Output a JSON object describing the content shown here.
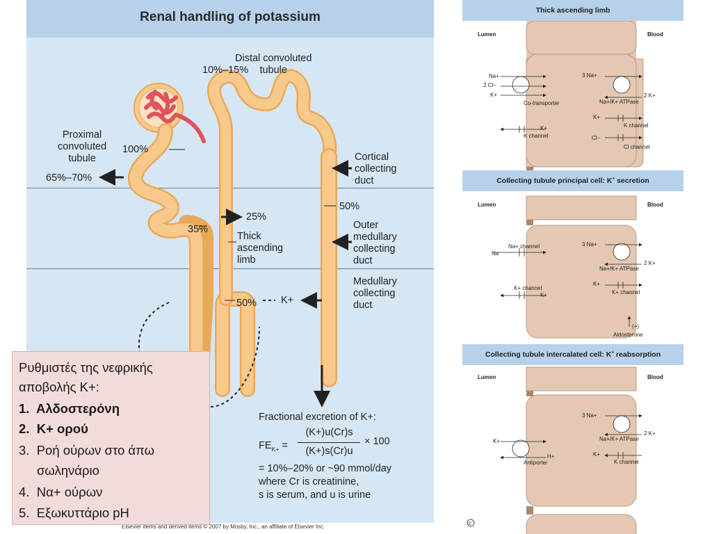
{
  "left_figure": {
    "title": "Renal handling of potassium",
    "labels": {
      "distal": "Distal convoluted\ntubule",
      "pct_10_15": "10%–15%",
      "proximal": "Proximal\nconvoluted\ntubule",
      "pct_100": "100%",
      "pct_65_70": "65%–70%",
      "cortical": "Cortical\ncollecting\nduct",
      "pct_25": "25%",
      "pct_50_top": "50%",
      "pct_35": "35%",
      "thick": "Thick\nascending\nlimb",
      "outer": "Outer\nmedullary\ncollecting\nduct",
      "medullary": "Medullary\ncollecting\nduct",
      "pct_50_bottom": "50%",
      "kplus": "K+"
    },
    "fractional": {
      "title": "Fractional excretion of K+:",
      "fe_lhs": "FE",
      "fe_sub": "K+",
      "numerator": "(K+)u(Cr)s",
      "denominator": "(K+)s(Cr)u",
      "times": "× 100",
      "result1": "= 10%–20% or ~90 mmol/day",
      "result2": "where Cr is creatinine,",
      "result3": "s is serum, and u is urine"
    },
    "copyright": "Elsevier items and derived items © 2007 by Mosby, Inc., an affiliate of Elsevier Inc.",
    "colors": {
      "tubule": "#f8c98b",
      "tubule_edge": "#e8a95a",
      "glomerulus": "#e0525e",
      "background": "#d6e6f3",
      "header": "#b7d1ea"
    }
  },
  "regulators": {
    "heading_line1": "Ρυθμιστές της νεφρικής",
    "heading_line2": "αποβολής Κ+:",
    "items": [
      {
        "num": "1.",
        "text": "Αλδοστερόνη",
        "bold": true
      },
      {
        "num": "2.",
        "text": "Κ+ ορού",
        "bold": true
      },
      {
        "num": "3.",
        "text": "Ροή ούρων στο άπω",
        "bold": false
      },
      {
        "num": "",
        "text": "σωληνάριο",
        "bold": false
      },
      {
        "num": "4.",
        "text": "Να+ ούρων",
        "bold": false
      },
      {
        "num": "5.",
        "text": "Εξωκυττάριο pH",
        "bold": false
      }
    ]
  },
  "right_figure": {
    "panel1": {
      "title": "Thick ascending limb",
      "lumen": "Lumen",
      "blood": "Blood",
      "na": "Na+",
      "cl2": "2 Cl−",
      "k": "K+",
      "cotransporter": "Co-transporter",
      "na3": "3 Na+",
      "k2": "2 K+",
      "atpase": "Na+/K+  ATPase",
      "k_right": "K+",
      "k_channel_right": "K channel",
      "k_left": "K+",
      "k_channel_left": "K channel",
      "cl": "Cl−",
      "cl_channel": "Cl channel"
    },
    "panel2": {
      "title": "Collecting tubule principal cell: K+ secretion",
      "lumen": "Lumen",
      "blood": "Blood",
      "na_channel": "Na+ channel",
      "na": "Na",
      "na3": "3 Na+",
      "k2": "2 K+",
      "atpase": "Na+/K+  ATPase",
      "k_right": "K+",
      "k_channel_right": "K+ channel",
      "k_channel_left": "K+ channel",
      "k_left": "K+",
      "plus": "(+)",
      "aldosterone": "Aldosterone"
    },
    "panel3": {
      "title": "Collecting tubule intercalated cell: K+ reabsorption",
      "lumen": "Lumen",
      "blood": "Blood",
      "na3": "3 Na+",
      "k2": "2 K+",
      "atpase": "Na+/K+  ATPase",
      "k_left": "K+",
      "h": "H+",
      "antiporter": "Antiporter",
      "k_right": "K+",
      "k_channel": "K channel",
      "copyright_symbol": "c"
    }
  }
}
